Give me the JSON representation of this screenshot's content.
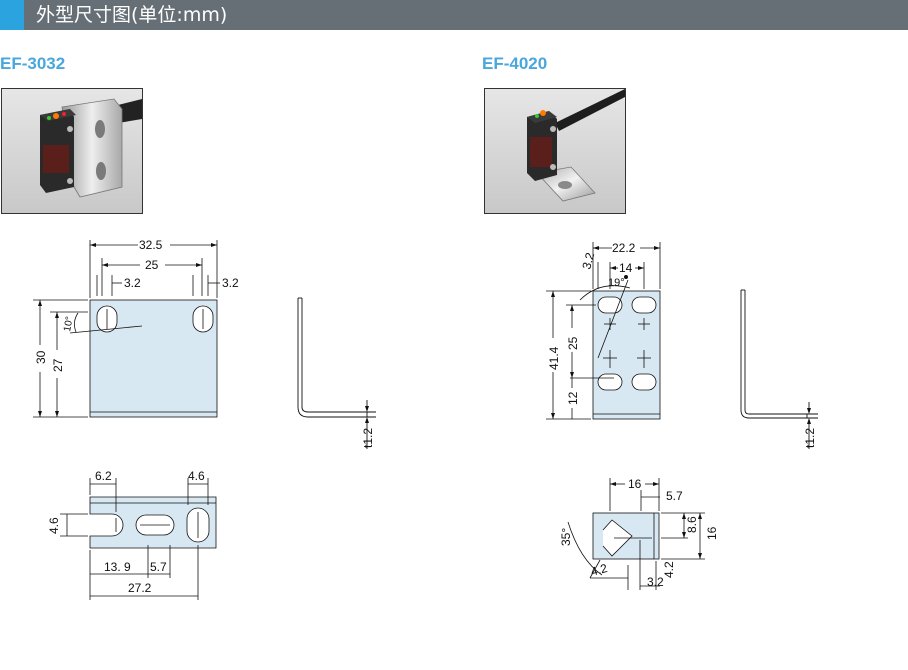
{
  "header": {
    "title": "外型尺寸图(单位:mm)",
    "accent_color": "#2aa3df",
    "bar_color": "#676f76"
  },
  "models": [
    {
      "name": "EF-3032",
      "front_dims": {
        "overall_width": "32.5",
        "hole_pitch": "25",
        "left_edge": "3.2",
        "right_edge": "3.2",
        "height": "30",
        "hole_height": "27",
        "angle": "10°"
      },
      "side_dims": {
        "thickness": "t1.2"
      },
      "top_dims": {
        "slot_a": "6.2",
        "slot_b": "4.6",
        "depth": "4.6",
        "offset_a": "13. 9",
        "offset_b": "5.7",
        "overall": "27.2"
      }
    },
    {
      "name": "EF-4020",
      "front_dims": {
        "overall_width": "22.2",
        "edge": "3.2",
        "hole_pitch_x": "14",
        "angle": "19°",
        "height": "41.4",
        "hole_pitch_y": "25",
        "bottom": "12"
      },
      "side_dims": {
        "thickness": "t1.2"
      },
      "top_dims": {
        "width": "16",
        "offset": "5.7",
        "depth_a": "8.6",
        "depth": "16",
        "angle": "35°",
        "slot_w": "4.2",
        "slot_d": "4.2",
        "edge": "3.2"
      }
    }
  ],
  "colors": {
    "plate_fill": "#d8e8f2",
    "photo_bg": "#d6d6d6"
  }
}
